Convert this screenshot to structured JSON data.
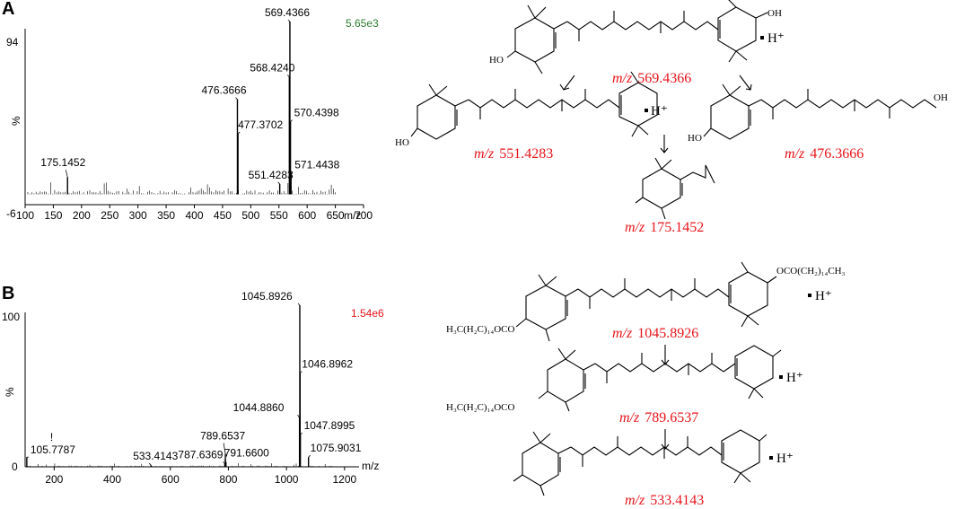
{
  "panels": {
    "a": {
      "label": "A",
      "spectrum": {
        "ymax_label": "94",
        "ymin_label": "-6",
        "ylabel": "%",
        "xlabel": "m/z",
        "intensity": "5.65e3",
        "intensity_color": "#2e7d32",
        "xlim": [
          100,
          700
        ],
        "ylim": [
          -6,
          100
        ],
        "x_ticks": [
          100,
          150,
          200,
          250,
          300,
          350,
          400,
          450,
          500,
          550,
          600,
          650,
          700
        ],
        "peaks": [
          {
            "mz": 175.1452,
            "rel": 10,
            "label": "175.1452"
          },
          {
            "mz": 476.3666,
            "rel": 55,
            "label": "476.3666"
          },
          {
            "mz": 477.3702,
            "rel": 35,
            "label": "477.3702"
          },
          {
            "mz": 551.4283,
            "rel": 6,
            "label": "551.4283"
          },
          {
            "mz": 568.424,
            "rel": 68,
            "label": "568.4240"
          },
          {
            "mz": 569.4366,
            "rel": 100,
            "label": "569.4366"
          },
          {
            "mz": 570.4398,
            "rel": 42,
            "label": "570.4398"
          },
          {
            "mz": 571.4438,
            "rel": 12,
            "label": "571.4438"
          }
        ]
      }
    },
    "b": {
      "label": "B",
      "spectrum": {
        "ymax_label": "100",
        "ymin_label": "0",
        "ylabel": "%",
        "xlabel": "m/z",
        "intensity": "1.54e6",
        "intensity_color": "#e8141a",
        "xlim": [
          100,
          1250
        ],
        "ylim": [
          0,
          100
        ],
        "x_ticks": [
          200,
          400,
          600,
          800,
          1000,
          1200
        ],
        "peaks": [
          {
            "mz": 105.7787,
            "rel": 6,
            "label": "105.7787"
          },
          {
            "mz": 533.4143,
            "rel": 1,
            "label": "533.4143"
          },
          {
            "mz": 787.6369,
            "rel": 2,
            "label": "787.6369"
          },
          {
            "mz": 789.6537,
            "rel": 8,
            "label": "789.6537"
          },
          {
            "mz": 791.66,
            "rel": 3,
            "label": "791.6600"
          },
          {
            "mz": 1044.886,
            "rel": 30,
            "label": "1044.8860"
          },
          {
            "mz": 1045.8926,
            "rel": 100,
            "label": "1045.8926"
          },
          {
            "mz": 1046.8962,
            "rel": 58,
            "label": "1046.8962"
          },
          {
            "mz": 1047.8995,
            "rel": 20,
            "label": "1047.8995"
          },
          {
            "mz": 1075.9031,
            "rel": 6,
            "label": "1075.9031"
          }
        ],
        "marker_label": "!"
      }
    }
  },
  "structures": {
    "mz_prefix": "m/z",
    "a": {
      "parent": {
        "mz": "569.4366",
        "oh_top": "OH",
        "ho_left": "HO",
        "hplus": "H⁺"
      },
      "frag551": {
        "mz": "551.4283",
        "ho": "HO",
        "hplus": "H⁺"
      },
      "frag476": {
        "mz": "476.3666",
        "oh": "OH",
        "ho": "HO"
      },
      "frag175": {
        "mz": "175.1452"
      }
    },
    "b": {
      "parent": {
        "mz": "1045.8926",
        "ester_top": "OCO(CH₂)₁₄CH₃",
        "ester_left": "H₃C(H₂C)₁₄OCO",
        "hplus": "H⁺"
      },
      "frag789": {
        "mz": "789.6537",
        "ester": "H₃C(H₂C)₁₄OCO",
        "hplus": "H⁺"
      },
      "frag533": {
        "mz": "533.4143",
        "hplus": "H⁺"
      }
    }
  }
}
